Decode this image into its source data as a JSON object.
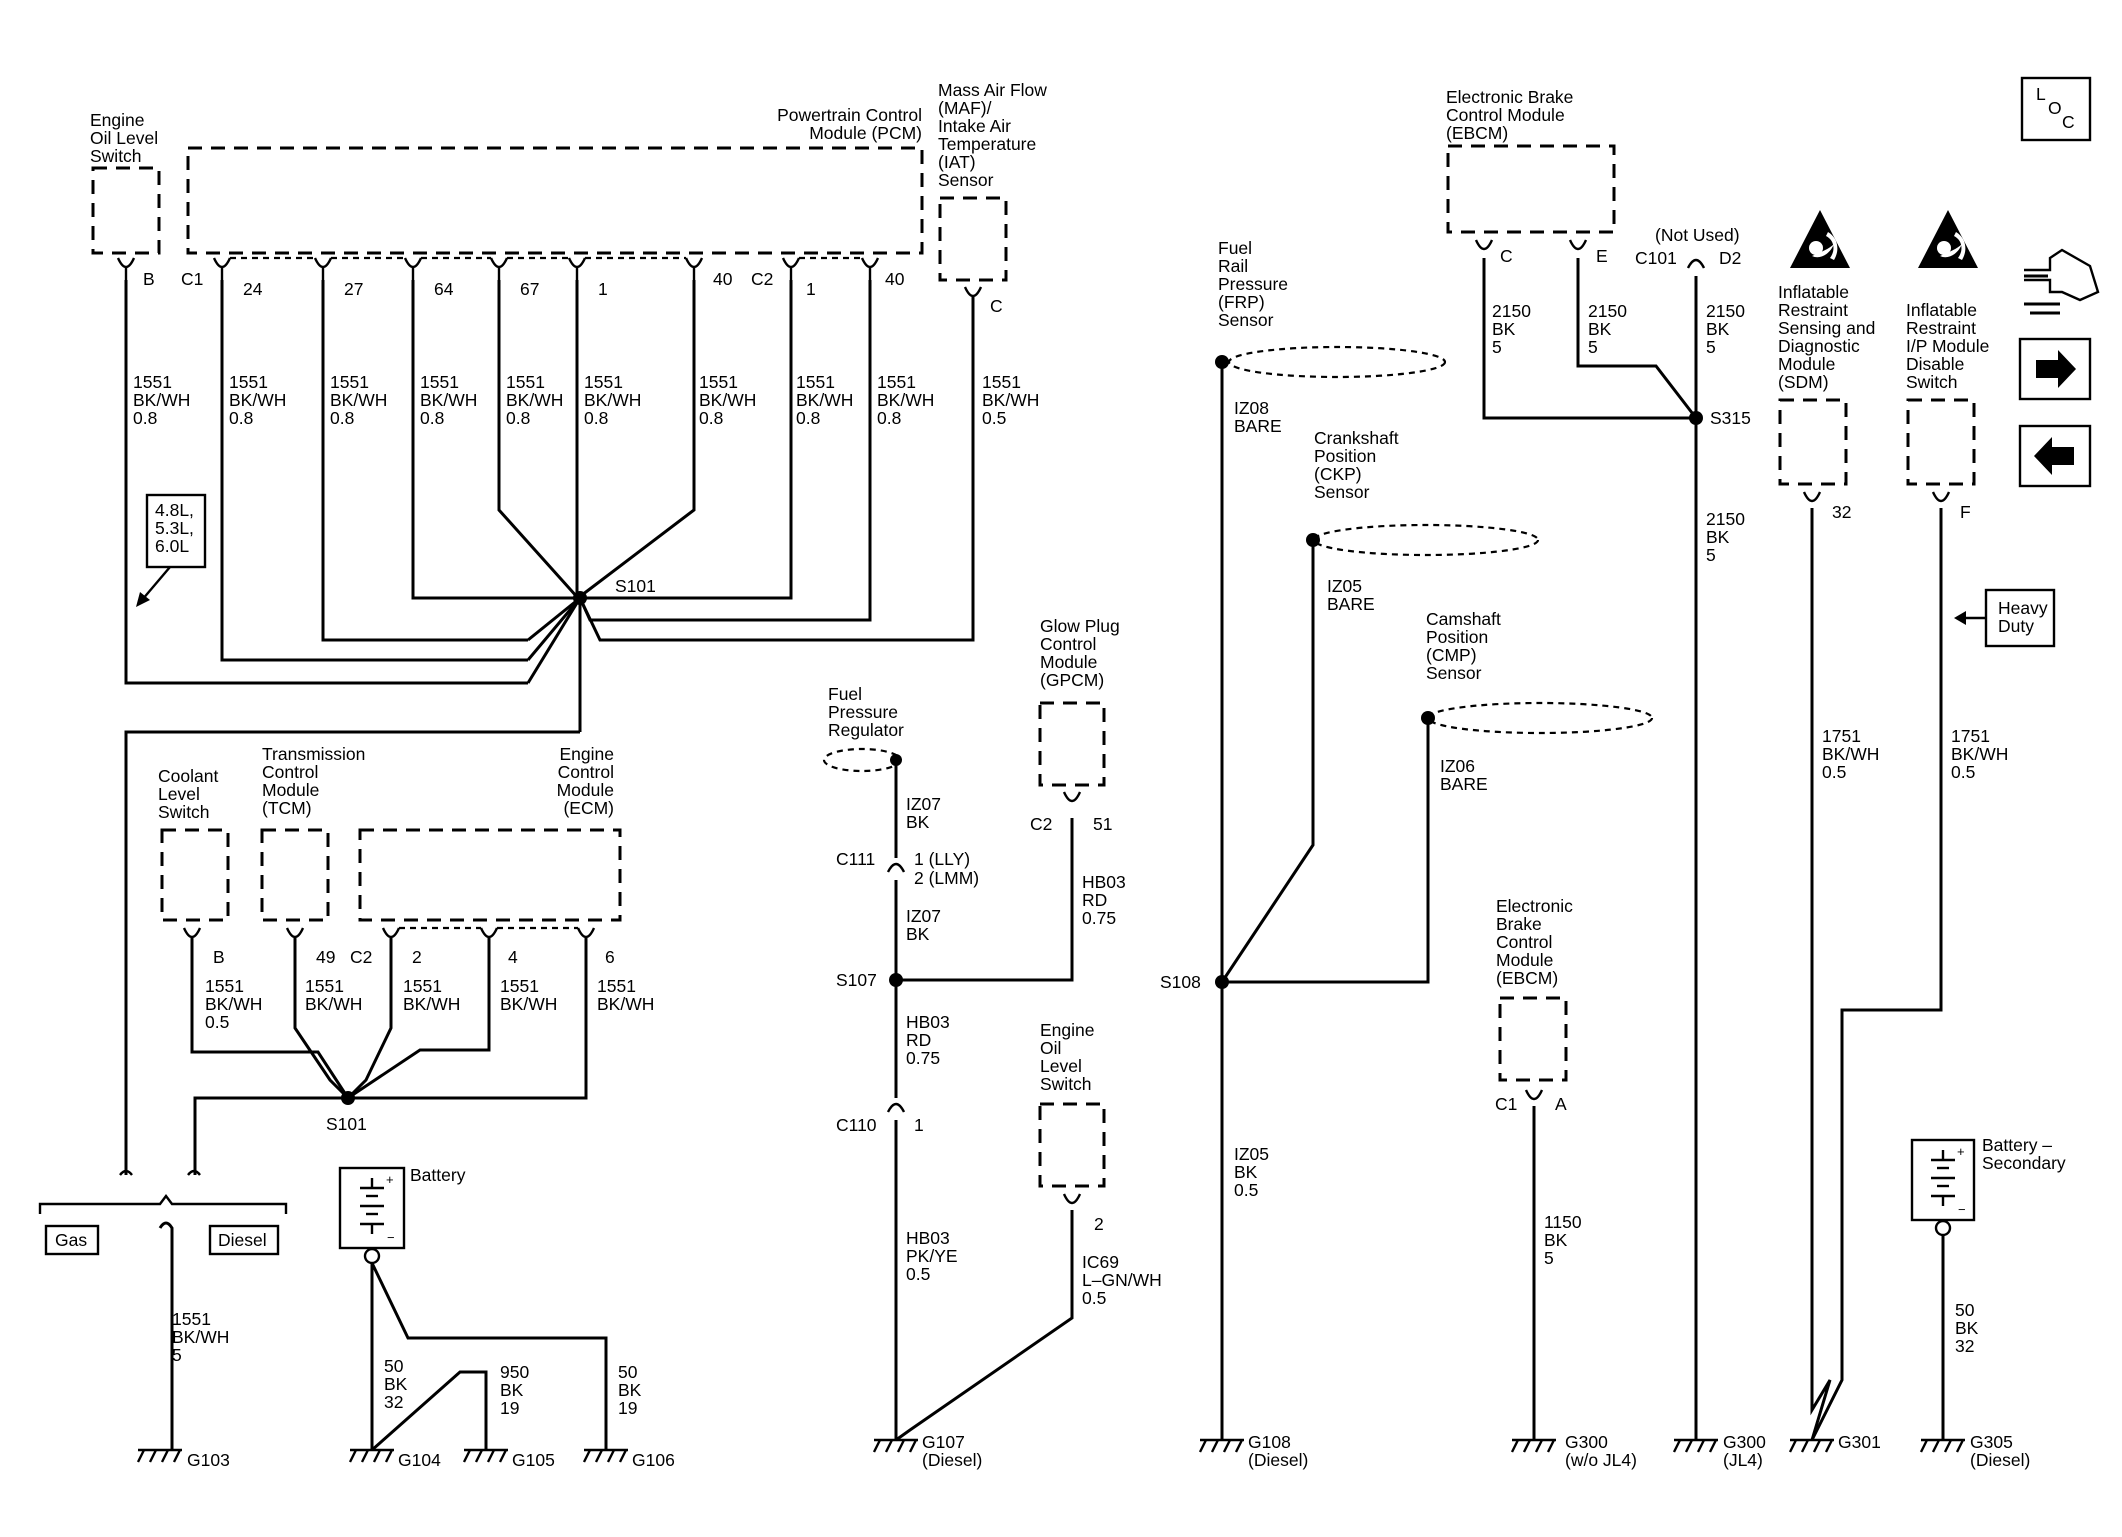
{
  "loc_icon": {
    "l": "L",
    "o": "O",
    "c": "C"
  },
  "pcm": {
    "lines": [
      "Powertrain Control",
      "Module (PCM)"
    ]
  },
  "maf": {
    "lines": [
      "Mass Air Flow",
      "(MAF)/",
      "Intake Air",
      "Temperature",
      "(IAT)",
      "Sensor"
    ],
    "pin": "C",
    "wire": [
      "1551",
      "BK/WH",
      "0.5"
    ]
  },
  "eols_top": {
    "lines": [
      "Engine",
      "Oil Level",
      "Switch"
    ],
    "pin": "B",
    "wire": [
      "1551",
      "BK/WH",
      "0.8"
    ]
  },
  "pcm_pins": [
    {
      "pin": "24",
      "wire": [
        "1551",
        "BK/WH",
        "0.8"
      ]
    },
    {
      "pin": "27",
      "wire": [
        "1551",
        "BK/WH",
        "0.8"
      ]
    },
    {
      "pin": "64",
      "wire": [
        "1551",
        "BK/WH",
        "0.8"
      ]
    },
    {
      "pin": "67",
      "wire": [
        "1551",
        "BK/WH",
        "0.8"
      ]
    },
    {
      "pin": "1",
      "wire": [
        "1551",
        "BK/WH",
        "0.8"
      ]
    },
    {
      "pin": "40",
      "wire": [
        "1551",
        "BK/WH",
        "0.8"
      ]
    },
    {
      "pin": "1",
      "wire": [
        "1551",
        "BK/WH",
        "0.8"
      ]
    },
    {
      "pin": "40",
      "wire": [
        "1551",
        "BK/WH",
        "0.8"
      ]
    }
  ],
  "pcm_conn": {
    "c1": "C1",
    "c2": "C2"
  },
  "engine_note": {
    "lines": [
      "4.8L,",
      "5.3L,",
      "6.0L"
    ]
  },
  "s101_top": "S101",
  "s101_bottom": "S101",
  "coolant": {
    "lines": [
      "Coolant",
      "Level",
      "Switch"
    ],
    "pin": "B",
    "wire": [
      "1551",
      "BK/WH",
      "0.5"
    ]
  },
  "tcm": {
    "lines": [
      "Transmission",
      "Control",
      "Module",
      "(TCM)"
    ],
    "pin": "49",
    "wire": [
      "1551",
      "BK/WH"
    ]
  },
  "ecm": {
    "lines": [
      "Engine",
      "Control",
      "Module",
      "(ECM)"
    ],
    "conn": "C2",
    "pins": [
      {
        "pin": "2",
        "wire": [
          "1551",
          "BK/WH"
        ]
      },
      {
        "pin": "4",
        "wire": [
          "1551",
          "BK/WH"
        ]
      },
      {
        "pin": "6",
        "wire": [
          "1551",
          "BK/WH"
        ]
      }
    ]
  },
  "gas_label": "Gas",
  "diesel_label": "Diesel",
  "g103": {
    "label": "G103",
    "wire": [
      "1551",
      "BK/WH",
      "5"
    ]
  },
  "battery": {
    "label": "Battery",
    "plus": "+",
    "minus": "−"
  },
  "g104": {
    "label": "G104",
    "wire": [
      "50",
      "BK",
      "32"
    ]
  },
  "g105": {
    "label": "G105",
    "wire": [
      "950",
      "BK",
      "19"
    ]
  },
  "g106": {
    "label": "G106",
    "wire": [
      "50",
      "BK",
      "19"
    ]
  },
  "fpr": {
    "lines": [
      "Fuel",
      "Pressure",
      "Regulator"
    ],
    "wire1": [
      "IZ07",
      "BK"
    ],
    "conn": "C111",
    "pin_lines": [
      "1 (LLY)",
      "2 (LMM)"
    ],
    "wire2": [
      "IZ07",
      "BK"
    ],
    "splice": "S107",
    "wire3": [
      "HB03",
      "RD",
      "0.75"
    ],
    "conn2": "C110",
    "pin2": "1",
    "wire4": [
      "HB03",
      "PK/YE",
      "0.5"
    ]
  },
  "gpcm": {
    "lines": [
      "Glow Plug",
      "Control",
      "Module",
      "(GPCM)"
    ],
    "conn": "C2",
    "pin": "51",
    "wire": [
      "HB03",
      "RD",
      "0.75"
    ]
  },
  "eols_mid": {
    "lines": [
      "Engine",
      "Oil",
      "Level",
      "Switch"
    ],
    "pin": "2",
    "wire": [
      "IC69",
      "L–GN/WH",
      "0.5"
    ]
  },
  "g107": {
    "label": "G107",
    "sub": "(Diesel)"
  },
  "frp": {
    "lines": [
      "Fuel",
      "Rail",
      "Pressure",
      "(FRP)",
      "Sensor"
    ],
    "wire": [
      "IZ08",
      "BARE"
    ]
  },
  "ckp": {
    "lines": [
      "Crankshaft",
      "Position",
      "(CKP)",
      "Sensor"
    ],
    "wire": [
      "IZ05",
      "BARE"
    ]
  },
  "cmp": {
    "lines": [
      "Camshaft",
      "Position",
      "(CMP)",
      "Sensor"
    ],
    "wire": [
      "IZ06",
      "BARE"
    ]
  },
  "s108": {
    "label": "S108",
    "wire": [
      "IZ05",
      "BK",
      "0.5"
    ]
  },
  "g108": {
    "label": "G108",
    "sub": "(Diesel)"
  },
  "ebcm_top": {
    "lines": [
      "Electronic Brake",
      "Control Module",
      "(EBCM)"
    ],
    "pin_c": "C",
    "pin_e": "E",
    "wire_c": [
      "2150",
      "BK",
      "5"
    ],
    "wire_e": [
      "2150",
      "BK",
      "5"
    ]
  },
  "c101": {
    "not_used": "(Not Used)",
    "conn": "C101",
    "pin": "D2",
    "wire": [
      "2150",
      "BK",
      "5"
    ]
  },
  "s315": {
    "label": "S315",
    "wire": [
      "2150",
      "BK",
      "5"
    ]
  },
  "ebcm_low": {
    "lines": [
      "Electronic",
      "Brake",
      "Control",
      "Module",
      "(EBCM)"
    ],
    "conn": "C1",
    "pin": "A",
    "wire": [
      "1150",
      "BK",
      "5"
    ]
  },
  "g300a": {
    "label": "G300",
    "sub": "(w/o JL4)"
  },
  "g300b": {
    "label": "G300",
    "sub": "(JL4)"
  },
  "sdm": {
    "lines": [
      "Inflatable",
      "Restraint",
      "Sensing and",
      "Diagnostic",
      "Module",
      "(SDM)"
    ],
    "pin": "32",
    "wire": [
      "1751",
      "BK/WH",
      "0.5"
    ]
  },
  "ipm": {
    "lines": [
      "Inflatable",
      "Restraint",
      "I/P Module",
      "Disable",
      "Switch"
    ],
    "pin": "F",
    "wire": [
      "1751",
      "BK/WH",
      "0.5"
    ]
  },
  "heavy": {
    "lines": [
      "Heavy",
      "Duty"
    ]
  },
  "g301": {
    "label": "G301"
  },
  "battery2": {
    "lines": [
      "Battery –",
      "Secondary"
    ],
    "plus": "+",
    "minus": "−",
    "wire": [
      "50",
      "BK",
      "32"
    ]
  },
  "g305": {
    "label": "G305",
    "sub": "(Diesel)"
  },
  "icons": {
    "loc": "location-icon",
    "harness": "harness-connector-icon",
    "next": "arrow-right-icon",
    "prev": "arrow-left-icon",
    "airbag": "airbag-warning-icon"
  }
}
